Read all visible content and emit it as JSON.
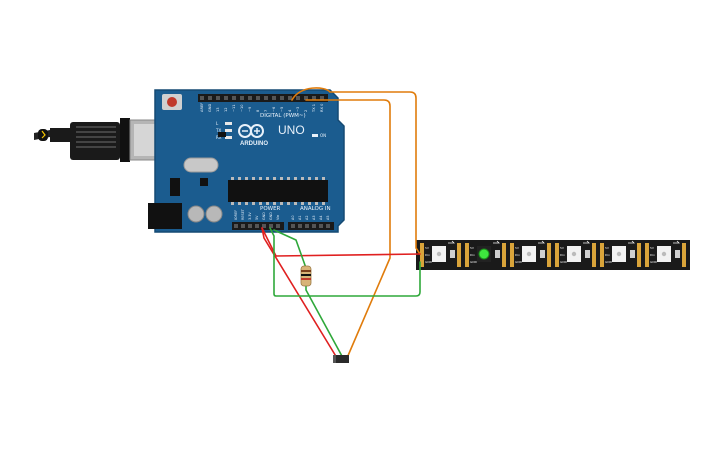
{
  "board": {
    "logo_text": "ARDUINO",
    "model": "UNO",
    "digital_label": "DIGITAL (PWM~)",
    "power_label": "POWER",
    "analog_label": "ANALOG IN",
    "on_label": "ON",
    "led_labels": [
      "L",
      "TX",
      "RX"
    ],
    "top_pins": [
      "AREF",
      "GND",
      "13",
      "12",
      "~11",
      "~10",
      "~9",
      "8",
      "7",
      "~6",
      "~5",
      "4",
      "~3",
      "2",
      "TX 1",
      "RX 0"
    ],
    "power_pins": [
      "IOREF",
      "RESET",
      "3.3V",
      "5V",
      "GND",
      "GND",
      "Vin"
    ],
    "analog_pins": [
      "A0",
      "A1",
      "A2",
      "A3",
      "A4",
      "A5"
    ]
  },
  "strip": {
    "pixel_count": 6,
    "lit_pixel_index": 1,
    "lit_color": "#3ee63e",
    "pad_labels": [
      "5V",
      "Din",
      "GND"
    ]
  },
  "wires": {
    "data": "#e07c0c",
    "power": "#e02020",
    "ground": "#2fa83a"
  },
  "resistor": {
    "body_color": "#d8b478"
  },
  "colors": {
    "board": "#1b5c8f",
    "board_edge": "#154a73",
    "strip": "#1a1a1a",
    "usb": "#9a9a9a"
  }
}
